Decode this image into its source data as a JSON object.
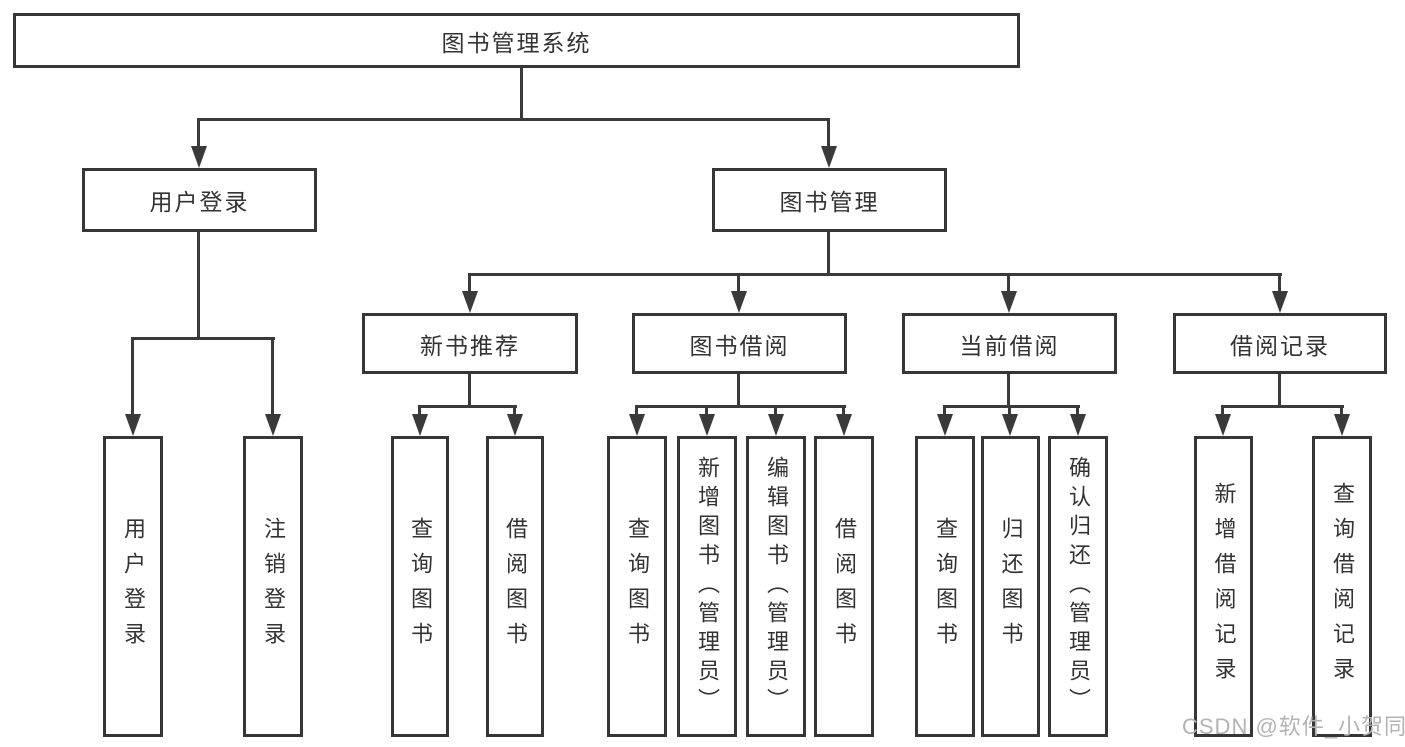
{
  "diagram": {
    "root": {
      "label": "图书管理系统"
    },
    "level1": [
      {
        "label": "用户登录",
        "leaves": [
          {
            "label": "用户登录"
          },
          {
            "label": "注销登录"
          }
        ]
      },
      {
        "label": "图书管理",
        "groups": [
          {
            "label": "新书推荐",
            "leaves": [
              {
                "label": "查询图书"
              },
              {
                "label": "借阅图书"
              }
            ]
          },
          {
            "label": "图书借阅",
            "leaves": [
              {
                "label": "查询图书"
              },
              {
                "label": "新增图书（管理员）"
              },
              {
                "label": "编辑图书（管理员）"
              },
              {
                "label": "借阅图书"
              }
            ]
          },
          {
            "label": "当前借阅",
            "leaves": [
              {
                "label": "查询图书"
              },
              {
                "label": "归还图书"
              },
              {
                "label": "确认归还（管理员）"
              }
            ]
          },
          {
            "label": "借阅记录",
            "leaves": [
              {
                "label": "新增借阅记录"
              },
              {
                "label": "查询借阅记录"
              }
            ]
          }
        ]
      }
    ]
  },
  "watermark": {
    "text": "CSDN @软件_小贺同学"
  },
  "colors": {
    "line": "#3a3a3a",
    "text": "#333333",
    "watermark": "#b3b3b3",
    "background": "#ffffff"
  }
}
